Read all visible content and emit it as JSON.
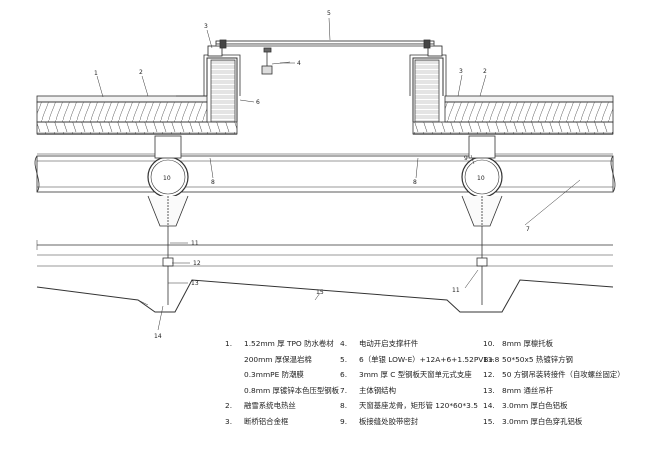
{
  "callouts": {
    "c1": "1",
    "c2": "2",
    "c3": "3",
    "c4": "4",
    "c5": "5",
    "c6": "6",
    "c7": "7",
    "c8a": "8",
    "c8b": "8",
    "c9": "9",
    "c10a": "10",
    "c10b": "10",
    "c11a": "11",
    "c11b": "11",
    "c12": "12",
    "c13": "13",
    "c14": "14",
    "c15": "15"
  },
  "legend": {
    "col1": [
      {
        "num": "1.",
        "text": "1.52mm 厚 TPO 防水卷材"
      },
      {
        "num": "",
        "text": "200mm 厚保温岩棉"
      },
      {
        "num": "",
        "text": "0.3mmPE 防潮膜"
      },
      {
        "num": "",
        "text": "0.8mm 厚镀锌本色压型钢板"
      },
      {
        "num": "2.",
        "text": "融雪系统电热丝"
      },
      {
        "num": "3.",
        "text": "断桥铝合金框"
      }
    ],
    "col2": [
      {
        "num": "4.",
        "text": "电动开启支撑杆件"
      },
      {
        "num": "5.",
        "text": "6（单银 LOW-E）+12A+6+1.52PVB+8"
      },
      {
        "num": "6.",
        "text": "3mm 厚 C 型钢板天窗单元式支座"
      },
      {
        "num": "7.",
        "text": "主体钢结构"
      },
      {
        "num": "8.",
        "text": "天窗基座龙骨，矩形管 120*60*3.5"
      },
      {
        "num": "9.",
        "text": "板接缝处胶带密封"
      }
    ],
    "col3": [
      {
        "num": "10.",
        "text": "8mm 厚檩托板"
      },
      {
        "num": "11.",
        "text": "50*50x5 热镀锌方钢"
      },
      {
        "num": "12.",
        "text": "50 方钢吊装转接件（自攻螺丝固定）"
      },
      {
        "num": "13.",
        "text": "8mm 通丝吊杆"
      },
      {
        "num": "14.",
        "text": "3.0mm 厚白色铝板"
      },
      {
        "num": "15.",
        "text": "3.0mm 厚白色穿孔铝板"
      }
    ]
  }
}
